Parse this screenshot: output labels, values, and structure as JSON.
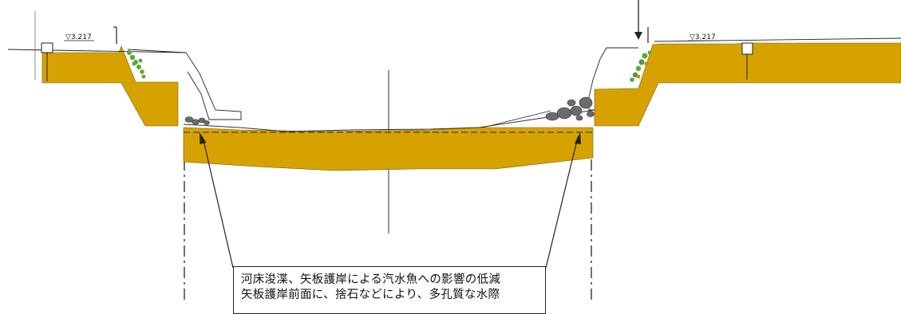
{
  "water_level_left": "▽3.217",
  "water_level_right": "▽3.217",
  "callout": {
    "line1": "河床浚渫、矢板護岸による汽水魚への影響の低減",
    "line2": "矢板護岸前面に、捨石などにより、多孔質な水際"
  },
  "colors": {
    "fill": "#d6a200",
    "vegetation": "#5aa832",
    "stone": "#6b6b6b",
    "line": "#222222"
  }
}
